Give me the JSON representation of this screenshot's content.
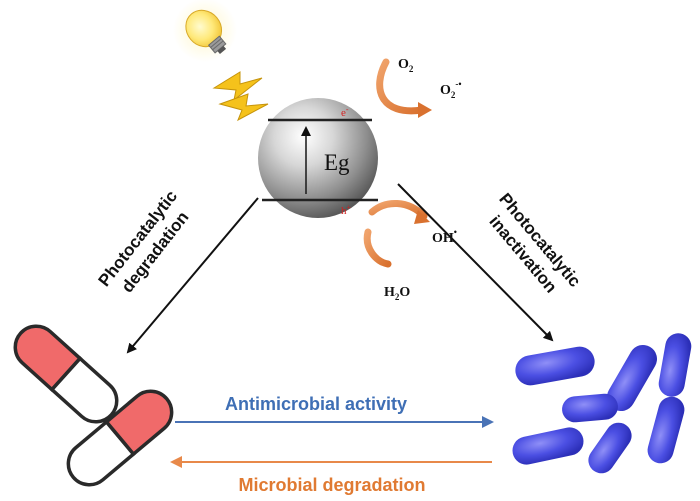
{
  "diagram": {
    "catalyst": {
      "band_gap_label": "Eg",
      "electron_label": "e",
      "electron_charge": "-",
      "hole_label": "h",
      "hole_charge": "+"
    },
    "reactions": {
      "oxygen": "O",
      "oxygen_sub": "2",
      "superoxide": "O",
      "superoxide_sub": "2",
      "superoxide_sup": "-•",
      "water": "H",
      "water_sub": "2",
      "water_tail": "O",
      "hydroxyl": "OH",
      "hydroxyl_sup": "•"
    },
    "paths": {
      "left_line1": "Photocatalytic",
      "left_line2": "degradation",
      "right_line1": "Photocatalytic",
      "right_line2": "inactivation",
      "bottom_top": "Antimicrobial activity",
      "bottom_bottom": "Microbial degradation"
    },
    "colors": {
      "blue_arrow": "#4a73b6",
      "blue_text": "#3f6fb5",
      "orange_arrow": "#e8894a",
      "orange_text": "#e07a32",
      "capsule_red": "#f06a6a",
      "bacteria_blue": "#4a4ee0",
      "electron_red": "#d32020"
    },
    "icons": [
      "light-bulb-icon",
      "lightning-bolt-icon",
      "capsule-icon",
      "bacteria-icon"
    ]
  }
}
